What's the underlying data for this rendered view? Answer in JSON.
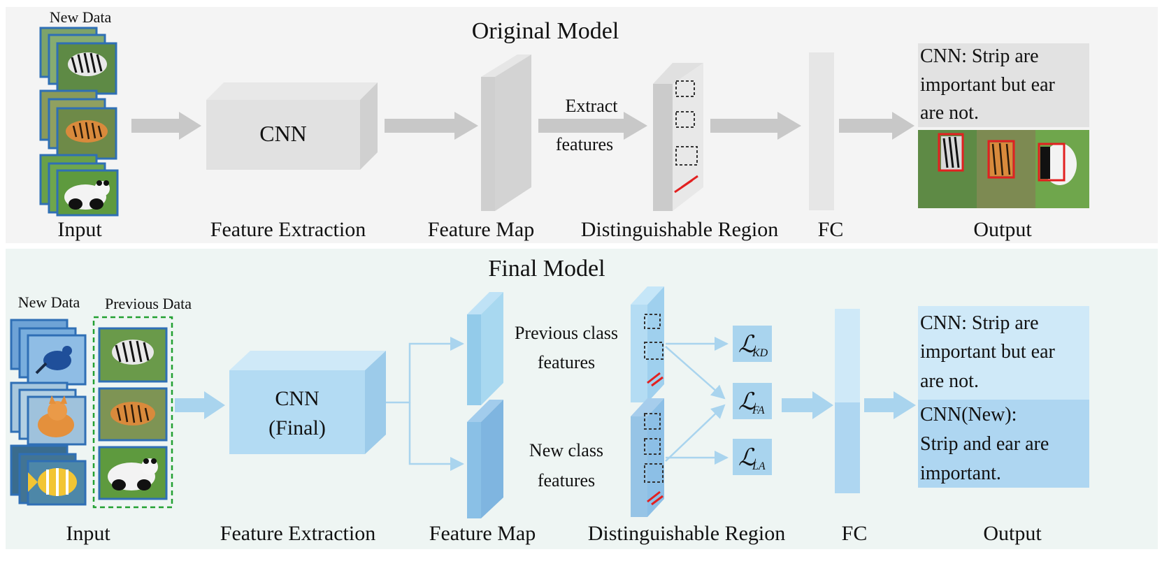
{
  "top": {
    "title": "Original Model",
    "input_caption": "New Data",
    "cnn_label": "CNN",
    "arrow_label_1": "Extract",
    "arrow_label_2": "features",
    "output_text": [
      "CNN: Strip are",
      "important but ear",
      "are not."
    ],
    "stage_labels": {
      "input": "Input",
      "feature_extraction": "Feature Extraction",
      "feature_map": "Feature Map",
      "region": "Distinguishable Region",
      "fc": "FC",
      "output": "Output"
    }
  },
  "bottom": {
    "title": "Final  Model",
    "new_data_caption": "New Data",
    "previous_data_caption": "Previous Data",
    "cnn_label_1": "CNN",
    "cnn_label_2": "(Final)",
    "prev_label_1": "Previous class",
    "prev_label_2": "features",
    "new_label_1": "New class",
    "new_label_2": "features",
    "loss_kd_main": "ℒ",
    "loss_kd_sub": "KD",
    "loss_fa_main": "ℒ",
    "loss_fa_sub": "FA",
    "loss_la_main": "ℒ",
    "loss_la_sub": "LA",
    "output_prev_text": [
      "CNN: Strip are",
      "important but ear",
      "are not."
    ],
    "output_new_text": [
      "CNN(New):",
      "Strip and ear are",
      "important."
    ],
    "stage_labels": {
      "input": "Input",
      "feature_extraction": "Feature Extraction",
      "feature_map": "Feature Map",
      "region": "Distinguishable Region",
      "fc": "FC",
      "output": "Output"
    }
  },
  "colors": {
    "top_bg": "#f4f4f4",
    "bottom_bg": "#eef5f3",
    "gray_arrow": "#c8c8c8",
    "blue_arrow": "#a9d4ee",
    "blue_light": "#cfe9f8",
    "blue_mid": "#aed6f1",
    "blue_dark": "#8cc3e8",
    "red_box": "#e22020",
    "green_dash": "#22a032"
  }
}
